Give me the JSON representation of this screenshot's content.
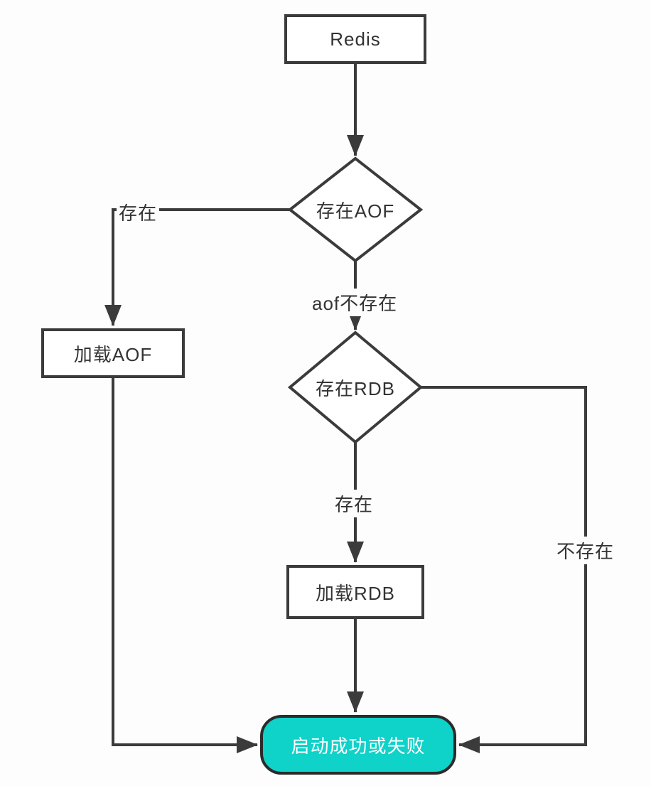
{
  "flowchart": {
    "nodes": {
      "redis": {
        "label": "Redis"
      },
      "check_aof": {
        "label": "存在AOF"
      },
      "load_aof": {
        "label": "加载AOF"
      },
      "check_rdb": {
        "label": "存在RDB"
      },
      "load_rdb": {
        "label": "加载RDB"
      },
      "result": {
        "label": "启动成功或失败"
      }
    },
    "edge_labels": {
      "aof_exists": "存在",
      "aof_missing": "aof不存在",
      "rdb_exists": "存在",
      "rdb_missing": "不存在"
    },
    "colors": {
      "line": "#3b3b3b",
      "node_border": "#3b3b3b",
      "node_fill": "#ffffff",
      "text": "#333333",
      "result_fill": "#0fd2c9",
      "result_border": "#2b2b2b",
      "result_text": "#ffffff",
      "background": "#fdfdfd"
    }
  }
}
